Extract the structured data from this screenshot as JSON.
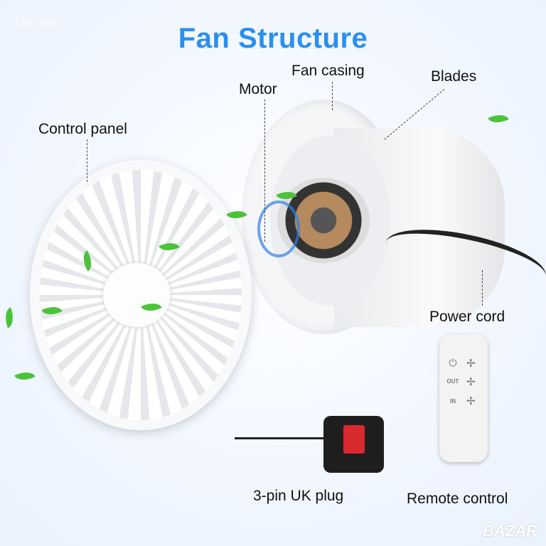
{
  "title": "Fan Structure",
  "labels": {
    "fan_casing": "Fan casing",
    "blades": "Blades",
    "motor": "Motor",
    "control_panel": "Control panel",
    "power_cord": "Power cord",
    "plug": "3-pin UK plug",
    "remote": "Remote control"
  },
  "remote_buttons": {
    "out": "OUT",
    "in": "IN"
  },
  "watermarks": {
    "top": "demar",
    "bottom": "BAZAR"
  },
  "colors": {
    "title": "#2a8ff0",
    "leaf": "#4cc23a"
  }
}
